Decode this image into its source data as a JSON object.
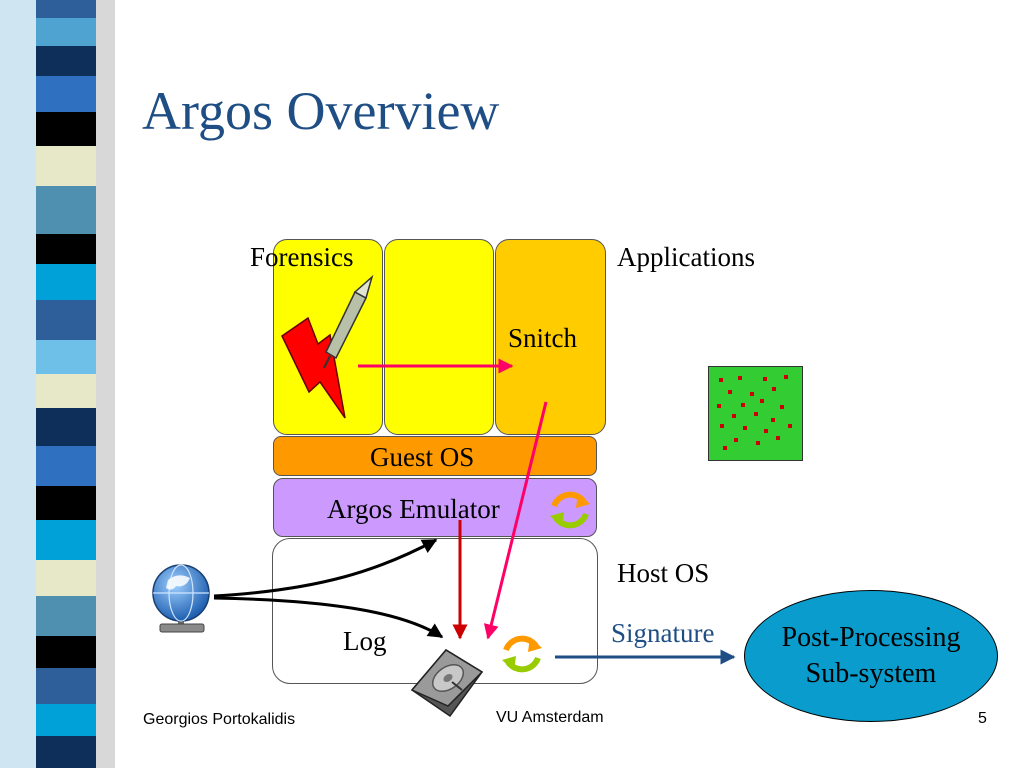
{
  "slide": {
    "title": "Argos Overview",
    "footer_author": "Georgios Portokalidis",
    "footer_org": "VU Amsterdam",
    "page_number": "5"
  },
  "diagram": {
    "forensics_label": "Forensics",
    "applications_label": "Applications",
    "snitch_label": "Snitch",
    "guest_os_label": "Guest OS",
    "emulator_label": "Argos Emulator",
    "host_os_label": "Host OS",
    "log_label": "Log",
    "signature_label": "Signature",
    "post_processing_line1": "Post-Processing",
    "post_processing_line2": "Sub-system"
  },
  "colors": {
    "title": "#1f4e85",
    "app_box": "#ffff00",
    "snitch_box": "#ffcc00",
    "guest_os": "#ff9900",
    "emulator": "#cc99ff",
    "post_processing": "#0a9ccc",
    "signature_text": "#1f4e85",
    "attack_arrow": "#ff0066",
    "log_arrow": "#cc0000",
    "signature_arrow": "#1f4e85",
    "worm_square": "#33cc33"
  },
  "icons": [
    "network-globe-icon",
    "lightning-icon",
    "pen-icon",
    "refresh-icon",
    "hard-disk-icon",
    "worm-square-icon"
  ]
}
